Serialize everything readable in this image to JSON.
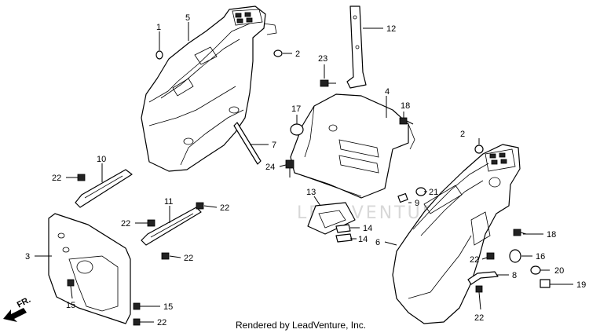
{
  "caption": "Rendered by LeadVenture, Inc.",
  "watermark": "LEADVENTURE",
  "direction": {
    "label": "FR."
  },
  "callouts": {
    "c1": "1",
    "c2a": "2",
    "c2b": "2",
    "c3": "3",
    "c4": "4",
    "c5": "5",
    "c6": "6",
    "c7": "7",
    "c8": "8",
    "c9": "9",
    "c10": "10",
    "c11": "11",
    "c12": "12",
    "c13": "13",
    "c14a": "14",
    "c14b": "14",
    "c15a": "15",
    "c15b": "15",
    "c16": "16",
    "c17": "17",
    "c18a": "18",
    "c18b": "18",
    "c19": "19",
    "c20": "20",
    "c21": "21",
    "c22a": "22",
    "c22b": "22",
    "c22c": "22",
    "c22d": "22",
    "c22e": "22",
    "c22f": "22",
    "c22g": "22",
    "c23": "23",
    "c24": "24"
  }
}
